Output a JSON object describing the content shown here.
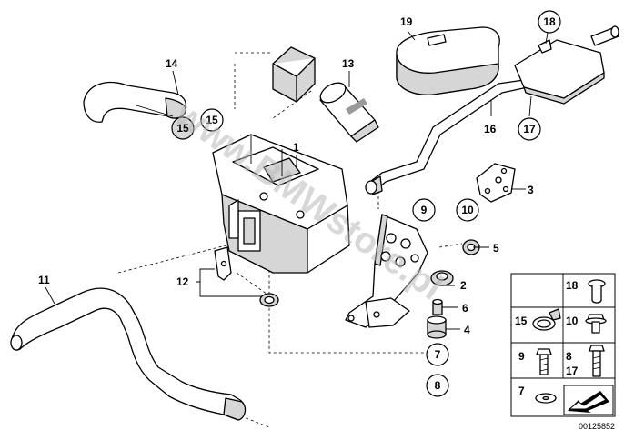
{
  "diagram": {
    "watermark": "www.BMWstore.pl",
    "image_id": "00125852",
    "callouts": [
      {
        "id": "c1",
        "label": "1",
        "style": "plain"
      },
      {
        "id": "c2",
        "label": "2",
        "style": "plain"
      },
      {
        "id": "c3",
        "label": "3",
        "style": "plain"
      },
      {
        "id": "c4",
        "label": "4",
        "style": "plain"
      },
      {
        "id": "c5",
        "label": "5",
        "style": "plain"
      },
      {
        "id": "c6",
        "label": "6",
        "style": "plain"
      },
      {
        "id": "c7",
        "label": "7",
        "style": "circle"
      },
      {
        "id": "c8",
        "label": "8",
        "style": "circle"
      },
      {
        "id": "c9",
        "label": "9",
        "style": "circle"
      },
      {
        "id": "c10",
        "label": "10",
        "style": "circle"
      },
      {
        "id": "c11",
        "label": "11",
        "style": "plain"
      },
      {
        "id": "c12",
        "label": "12",
        "style": "plain"
      },
      {
        "id": "c13",
        "label": "13",
        "style": "plain"
      },
      {
        "id": "c14",
        "label": "14",
        "style": "plain"
      },
      {
        "id": "c15a",
        "label": "15",
        "style": "circle"
      },
      {
        "id": "c15b",
        "label": "15",
        "style": "circle-grey"
      },
      {
        "id": "c16",
        "label": "16",
        "style": "plain"
      },
      {
        "id": "c17",
        "label": "17",
        "style": "circle"
      },
      {
        "id": "c18",
        "label": "18",
        "style": "circle"
      },
      {
        "id": "c19",
        "label": "19",
        "style": "plain"
      }
    ],
    "legend": [
      {
        "id": "l18",
        "label": "18",
        "part": "cap-screw"
      },
      {
        "id": "l15",
        "label": "15",
        "part": "hose-clamp"
      },
      {
        "id": "l10",
        "label": "10",
        "part": "hex-bolt-collar"
      },
      {
        "id": "l9",
        "label": "9",
        "part": "hex-bolt"
      },
      {
        "id": "l8",
        "label": "8",
        "part": "long-bolt",
        "extra": "17"
      },
      {
        "id": "l7",
        "label": "7",
        "part": "washer"
      },
      {
        "id": "larrow",
        "label": "",
        "part": "arrow"
      }
    ]
  }
}
